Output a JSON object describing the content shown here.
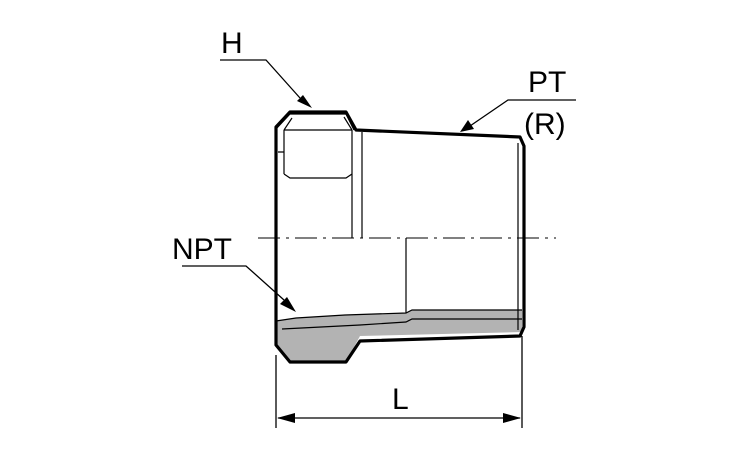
{
  "labels": {
    "hex": "H",
    "male_thread_line1": "PT",
    "male_thread_line2": "(R)",
    "female_thread": "NPT",
    "length": "L"
  },
  "colors": {
    "stroke": "#000000",
    "section_fill": "#b3b3b3",
    "background": "#ffffff"
  }
}
